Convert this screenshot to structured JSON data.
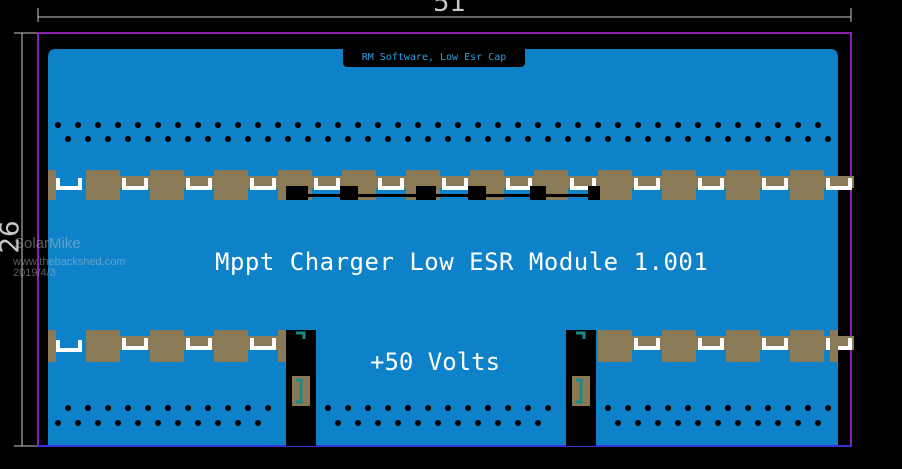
{
  "board": {
    "width_dim_label": "51",
    "height_dim_label": "26",
    "top_tag": "RM Software, Low Esr Cap",
    "main_label": "Mppt Charger Low ESR Module 1.001",
    "voltage_label": "+50 Volts"
  },
  "watermark": {
    "name": "SolarMike",
    "site": "www.thebackshed.com",
    "date": "2019/4/3"
  },
  "colors": {
    "copper": "#0e82c8",
    "outline": "#8a1fb0",
    "pad": "#8a7a55",
    "silk": "#ffffff",
    "dimension": "#c8c8c8"
  }
}
